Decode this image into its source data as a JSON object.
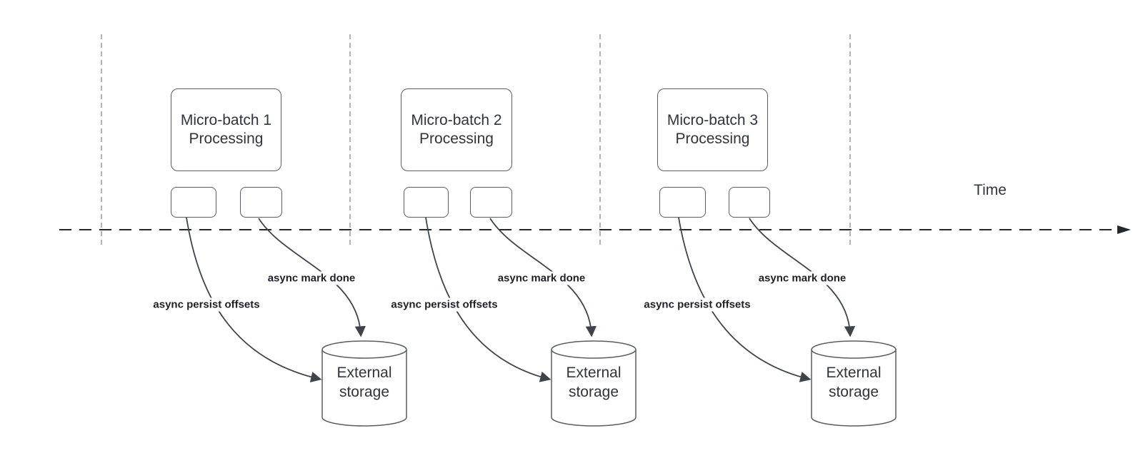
{
  "diagram": {
    "time_axis_label": "Time",
    "batches": [
      {
        "title_line1": "Micro-batch 1",
        "title_line2": "Processing",
        "persist_label": "async persist offsets",
        "mark_done_label": "async mark done",
        "storage_line1": "External",
        "storage_line2": "storage"
      },
      {
        "title_line1": "Micro-batch 2",
        "title_line2": "Processing",
        "persist_label": "async persist offsets",
        "mark_done_label": "async mark done",
        "storage_line1": "External",
        "storage_line2": "storage"
      },
      {
        "title_line1": "Micro-batch 3",
        "title_line2": "Processing",
        "persist_label": "async persist offsets",
        "mark_done_label": "async mark done",
        "storage_line1": "External",
        "storage_line2": "storage"
      }
    ],
    "colors": {
      "edge_stroke": "#3f444c",
      "shape_border": "#585d64",
      "guide_line": "#a9acaf",
      "axis_line": "#23272e",
      "text": "#2f353c",
      "edge_label_text": "#1e2228",
      "background": "#ffffff"
    }
  }
}
